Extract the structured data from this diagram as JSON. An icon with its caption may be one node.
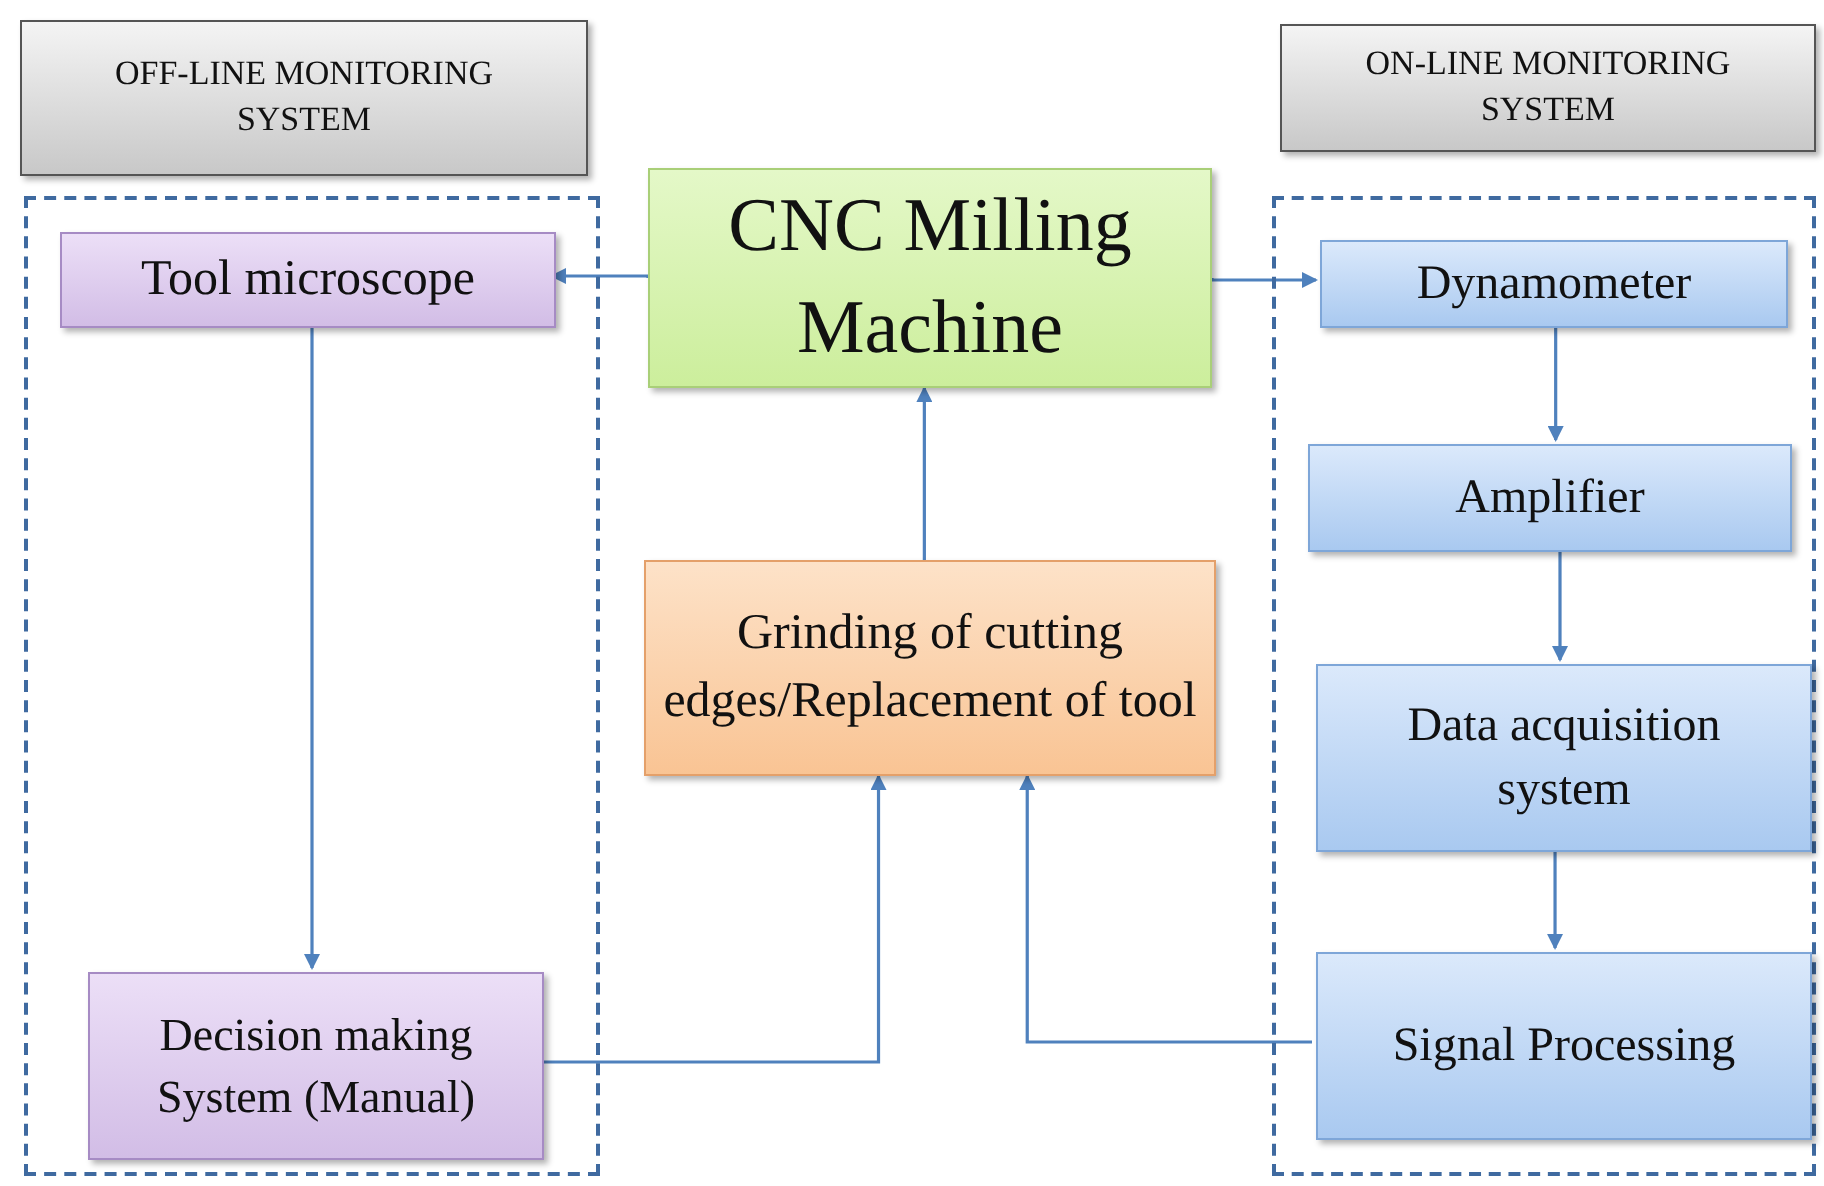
{
  "diagram": {
    "nodes": [
      {
        "text": [
          "OFF-LINE MONITORING SYSTEM"
        ]
      },
      {
        "text": [],
        "shape": "box"
      },
      {
        "text": [
          "Tool microscope"
        ],
        "in": 1
      },
      {
        "text": [
          "Decision making System (Manual)"
        ],
        "in": 1
      },
      {
        "text": [
          "CNC Milling Machine"
        ]
      },
      {
        "text": [
          "Grinding of cutting edges/Replacement of tool"
        ]
      },
      {
        "text": [
          "ON-LINE MONITORING SYSTEM"
        ]
      },
      {
        "text": [],
        "shape": "box"
      },
      {
        "text": [
          "Dynamometer"
        ],
        "in": 7
      },
      {
        "text": [
          "Amplifier"
        ],
        "in": 7
      },
      {
        "text": [
          "Data acquisition system"
        ],
        "in": 7
      },
      {
        "text": [
          "Signal Processing"
        ],
        "in": 7
      }
    ],
    "edges": [
      {
        "from": 4,
        "to": 2,
        "arrow": "to"
      },
      {
        "from": 4,
        "to": 8,
        "arrow": "to"
      },
      {
        "from": 2,
        "to": 3,
        "arrow": "to"
      },
      {
        "from": 8,
        "to": 9,
        "arrow": "to"
      },
      {
        "from": 9,
        "to": 10,
        "arrow": "to"
      },
      {
        "from": 10,
        "to": 11,
        "arrow": "to"
      },
      {
        "from": 3,
        "to": 5,
        "arrow": "to"
      },
      {
        "from": 11,
        "to": 5,
        "arrow": "to"
      },
      {
        "from": 5,
        "to": 4,
        "arrow": "to"
      }
    ]
  }
}
